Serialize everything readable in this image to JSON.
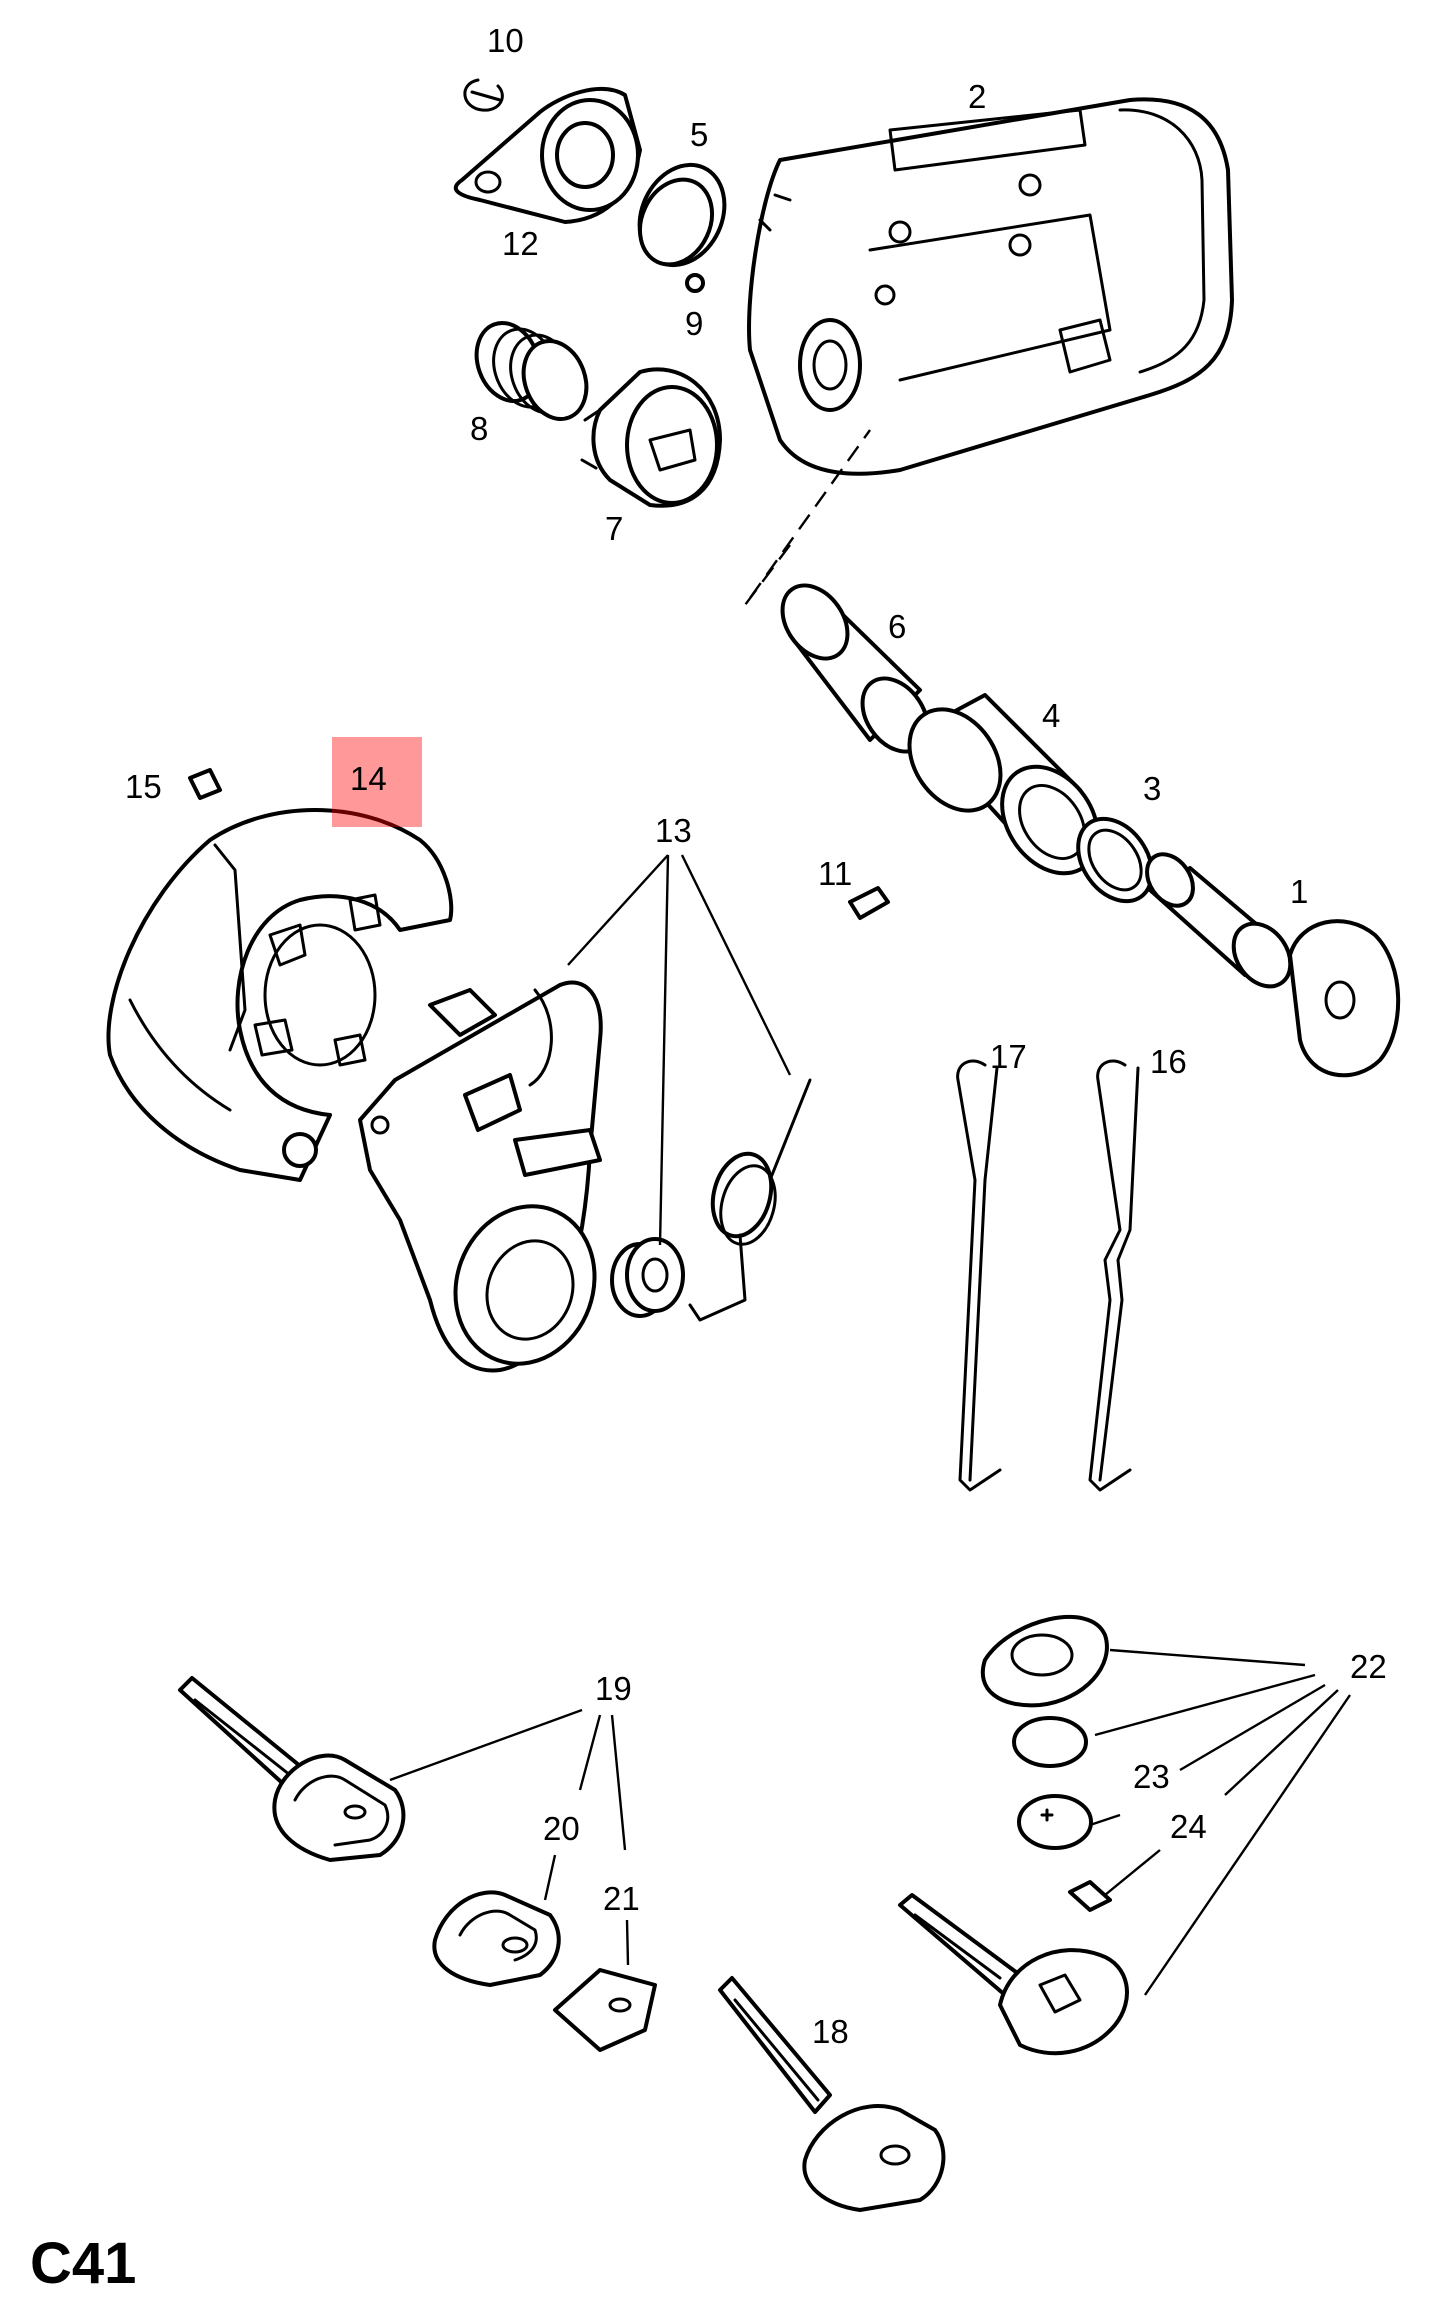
{
  "diagram": {
    "page_code": "C41",
    "highlight_color": "#ff0000",
    "highlighted_callout": "14",
    "callouts": [
      {
        "id": "c1",
        "label": "1"
      },
      {
        "id": "c2",
        "label": "2"
      },
      {
        "id": "c3",
        "label": "3"
      },
      {
        "id": "c4",
        "label": "4"
      },
      {
        "id": "c5",
        "label": "5"
      },
      {
        "id": "c6",
        "label": "6"
      },
      {
        "id": "c7",
        "label": "7"
      },
      {
        "id": "c8",
        "label": "8"
      },
      {
        "id": "c9",
        "label": "9"
      },
      {
        "id": "c10",
        "label": "10"
      },
      {
        "id": "c11",
        "label": "11"
      },
      {
        "id": "c12",
        "label": "12"
      },
      {
        "id": "c13",
        "label": "13"
      },
      {
        "id": "c14",
        "label": "14"
      },
      {
        "id": "c15",
        "label": "15"
      },
      {
        "id": "c16",
        "label": "16"
      },
      {
        "id": "c17",
        "label": "17"
      },
      {
        "id": "c18",
        "label": "18"
      },
      {
        "id": "c19",
        "label": "19"
      },
      {
        "id": "c20",
        "label": "20"
      },
      {
        "id": "c21",
        "label": "21"
      },
      {
        "id": "c22",
        "label": "22"
      },
      {
        "id": "c23",
        "label": "23"
      },
      {
        "id": "c24",
        "label": "24"
      }
    ]
  }
}
